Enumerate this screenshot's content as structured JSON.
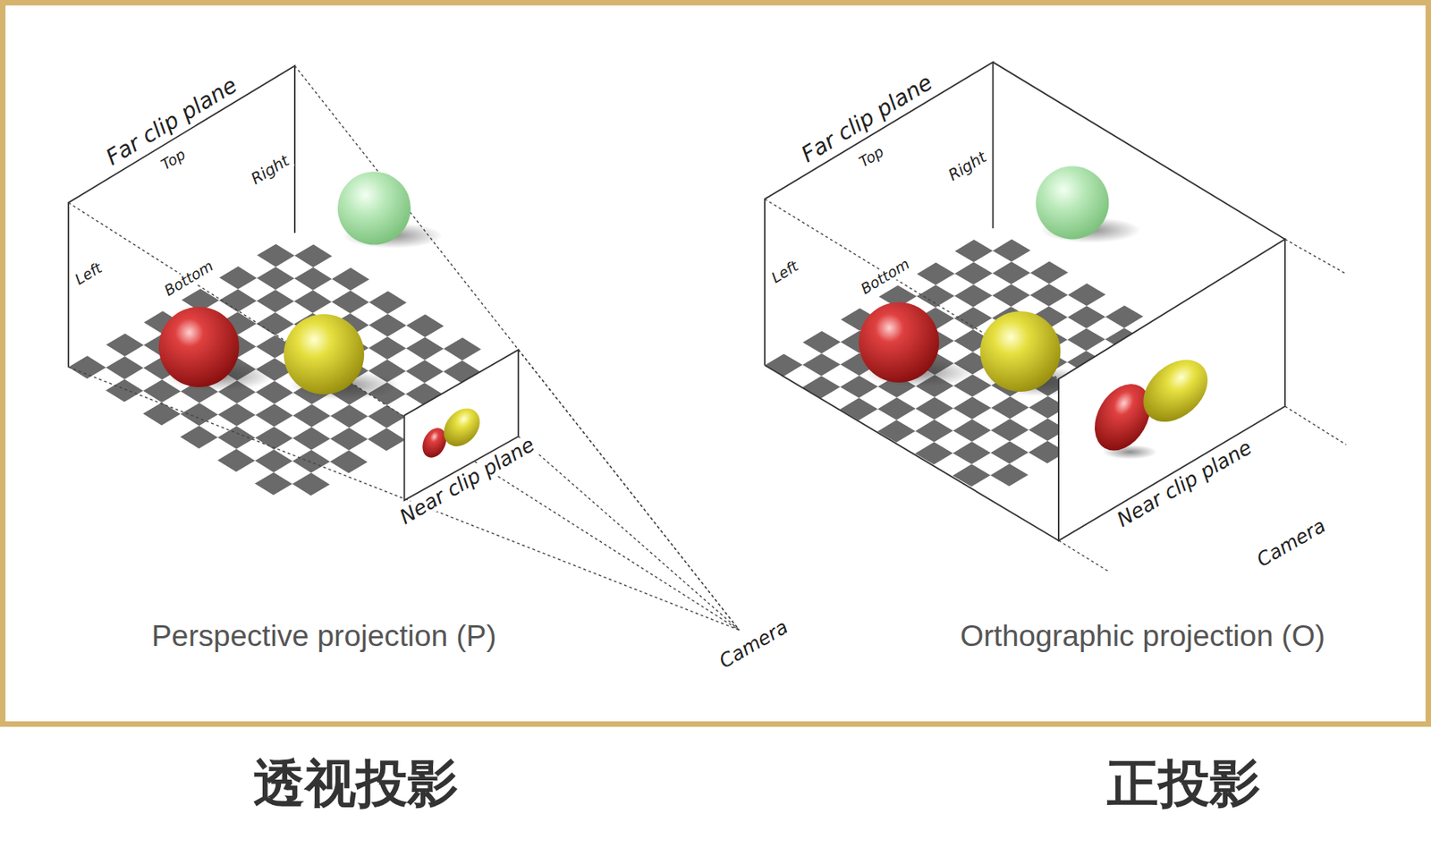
{
  "diagram": {
    "labels": [
      "Far clip plane",
      "Top",
      "Right",
      "Left",
      "Bottom",
      "Near clip plane",
      "Camera",
      "Perspective projection (P)",
      "Far clip plane",
      "Top",
      "Right",
      "Left",
      "Bottom",
      "Near clip plane",
      "Camera",
      "Orthographic projection (O)",
      "透视投影",
      "正投影"
    ]
  }
}
